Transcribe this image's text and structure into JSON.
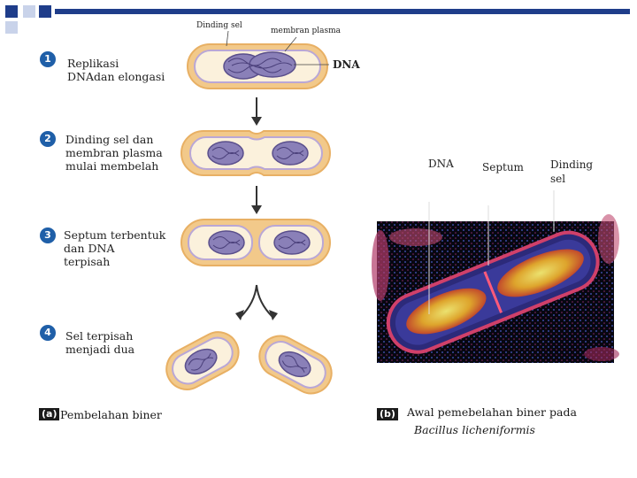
{
  "colors": {
    "deco_dark": "#1f3d8a",
    "deco_light": "#c9d3ea",
    "step_badge": "#1f5fa8",
    "cell_wall": "#f2c98a",
    "cell_wall_edge": "#e8b064",
    "membrane": "#b9a7d6",
    "cytoplasm": "#fbf1dc",
    "dna": "#8a80b8",
    "micrograph_bg": "#070710"
  },
  "diagram_a": {
    "top_labels": {
      "cell_wall": "Dinding sel",
      "plasma_membrane": "membran plasma",
      "dna": "DNA"
    },
    "steps": [
      {
        "number": "1",
        "text": "Replikasi\nDNAdan elongasi"
      },
      {
        "number": "2",
        "text": "Dinding sel dan\nmembran plasma\nmulai membelah"
      },
      {
        "number": "3",
        "text": "Septum terbentuk\ndan DNA\nterpisah"
      },
      {
        "number": "4",
        "text": "Sel terpisah\nmenjadi dua"
      }
    ],
    "panel_tag": "(a)",
    "caption": "Pembelahan biner"
  },
  "diagram_b": {
    "labels": {
      "dna": "DNA",
      "septum": "Septum",
      "cell_wall": "Dinding\nsel"
    },
    "panel_tag": "(b)",
    "caption_line1": "Awal pemebelahan biner pada",
    "caption_line2": "Bacillus licheniformis"
  }
}
